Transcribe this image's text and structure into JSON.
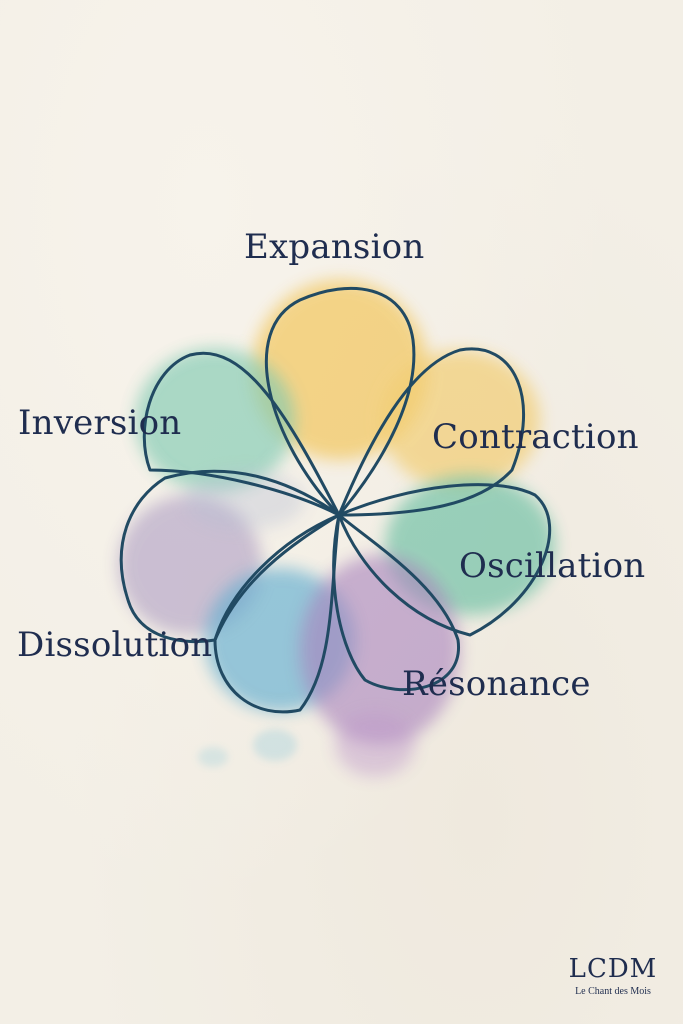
{
  "diagram": {
    "petals": [
      {
        "id": "expansion",
        "label": "Expansion",
        "color": "#f2c24f"
      },
      {
        "id": "contraction",
        "label": "Contraction",
        "color": "#f2c860"
      },
      {
        "id": "oscillation",
        "label": "Oscillation",
        "color": "#5dbb9d"
      },
      {
        "id": "resonance",
        "label": "Résonance",
        "color": "#9b6fb6"
      },
      {
        "id": "dissolution",
        "label": "Dissolution",
        "color": "#4aa3cc"
      },
      {
        "id": "inversion",
        "label": "Inversion",
        "color": "#6cc3a8"
      }
    ],
    "outline_color": "#214a63"
  },
  "brand": {
    "logo": "LCDM",
    "subtitle": "Le Chant des Mois"
  }
}
